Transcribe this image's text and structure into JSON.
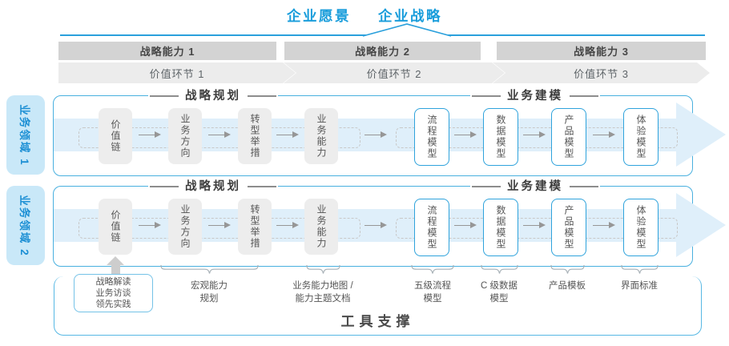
{
  "header": {
    "vision": "企业愿景",
    "strategy": "企业战略"
  },
  "capability_bars": [
    "战略能力 1",
    "战略能力 2",
    "战略能力 3"
  ],
  "value_links": [
    "价值环节 1",
    "价值环节 2",
    "价值环节 3"
  ],
  "domains": [
    "业务领域 1",
    "业务领域 2"
  ],
  "section_headers": {
    "planning": "战略规划",
    "modeling": "业务建模"
  },
  "box_labels": [
    "价值链",
    "业务方向",
    "转型举措",
    "业务能力",
    "流程模型",
    "数据模型",
    "产品模型",
    "体验模型"
  ],
  "bottom": {
    "practice_box": "战略解读\n业务访谈\n领先实践",
    "annotations": [
      "宏观能力\n规划",
      "业务能力地图 /\n能力主题文档",
      "五级流程\n模型",
      "C 级数据\n模型",
      "产品模板",
      "界面标准"
    ],
    "tools_label": "工具支撑"
  },
  "colors": {
    "accent_blue": "#199DDB",
    "panel_border": "#49B0DF",
    "band_blue": "#DFEFFA",
    "bar_gray": "#D3D3D3",
    "chevron_gray": "#ECECEC",
    "box_gray": "#EDEDED",
    "domain_bg": "#C9E8F8"
  }
}
